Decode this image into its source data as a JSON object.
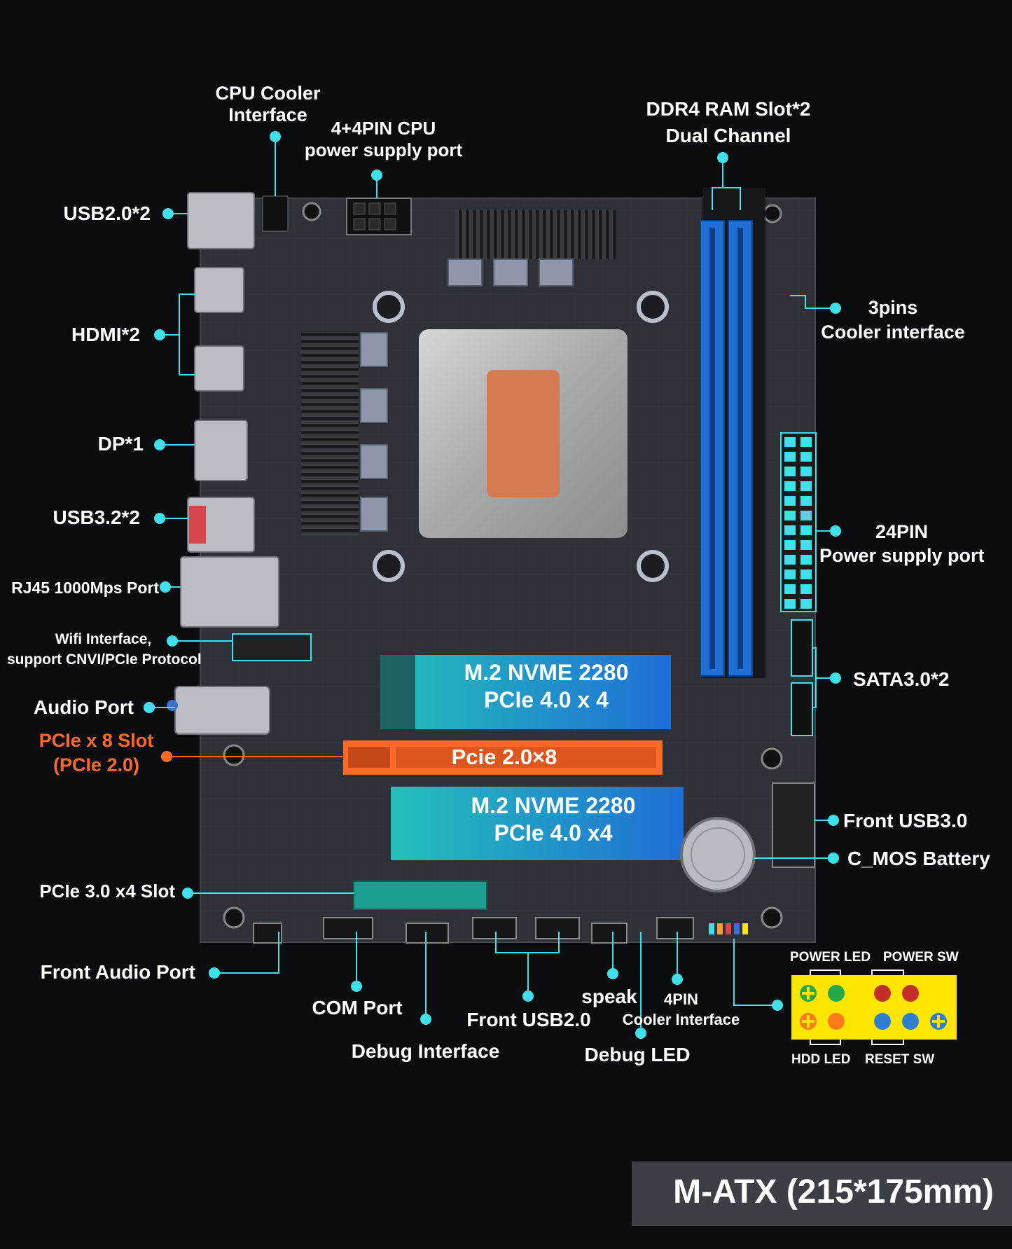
{
  "labels": {
    "cpu_cooler": [
      "CPU Cooler",
      "Interface"
    ],
    "cpu_power": [
      "4+4PIN CPU",
      "power supply port"
    ],
    "ddr4": [
      "DDR4 RAM Slot*2",
      "Dual Channel"
    ],
    "usb20": "USB2.0*2",
    "hdmi": "HDMI*2",
    "dp": "DP*1",
    "usb32": "USB3.2*2",
    "rj45": "RJ45 1000Mps Port",
    "wifi": [
      "Wifi Interface,",
      "support CNVI/PCIe Protocol"
    ],
    "audio": "Audio Port",
    "pcie8": [
      "PCIe x 8 Slot",
      "(PCIe 2.0)"
    ],
    "pcie3": "PCIe 3.0 x4 Slot",
    "front_audio": "Front Audio Port",
    "com": "COM Port",
    "debug_if": "Debug Interface",
    "front_usb20": "Front USB2.0",
    "speak": "speak",
    "debug_led": "Debug LED",
    "cooler4": [
      "4PIN",
      "Cooler Interface"
    ],
    "cooler3": [
      "3pins",
      "Cooler interface"
    ],
    "pin24": [
      "24PIN",
      "Power supply port"
    ],
    "sata": "SATA3.0*2",
    "front_usb30": "Front USB3.0",
    "cmos": "C_MOS Battery"
  },
  "board": {
    "m2_top": [
      "M.2 NVME 2280",
      "PCIe 4.0 x 4"
    ],
    "pcie_slot": "Pcie 2.0×8",
    "m2_bottom": [
      "M.2 NVME 2280",
      "PCIe 4.0 x4"
    ]
  },
  "front_panel": {
    "power_led": "POWER LED",
    "power_sw": "POWER SW",
    "hdd_led": "HDD LED",
    "reset_sw": "RESET SW"
  },
  "footer": "M-ATX (215*175mm)",
  "colors": {
    "accent": "#3fe0ea",
    "orange": "#ff6a2a",
    "board": "#2d3036",
    "ram": "#1f6fd6",
    "m2": "#2bb5c9",
    "panel_yellow": "#ffe600"
  }
}
